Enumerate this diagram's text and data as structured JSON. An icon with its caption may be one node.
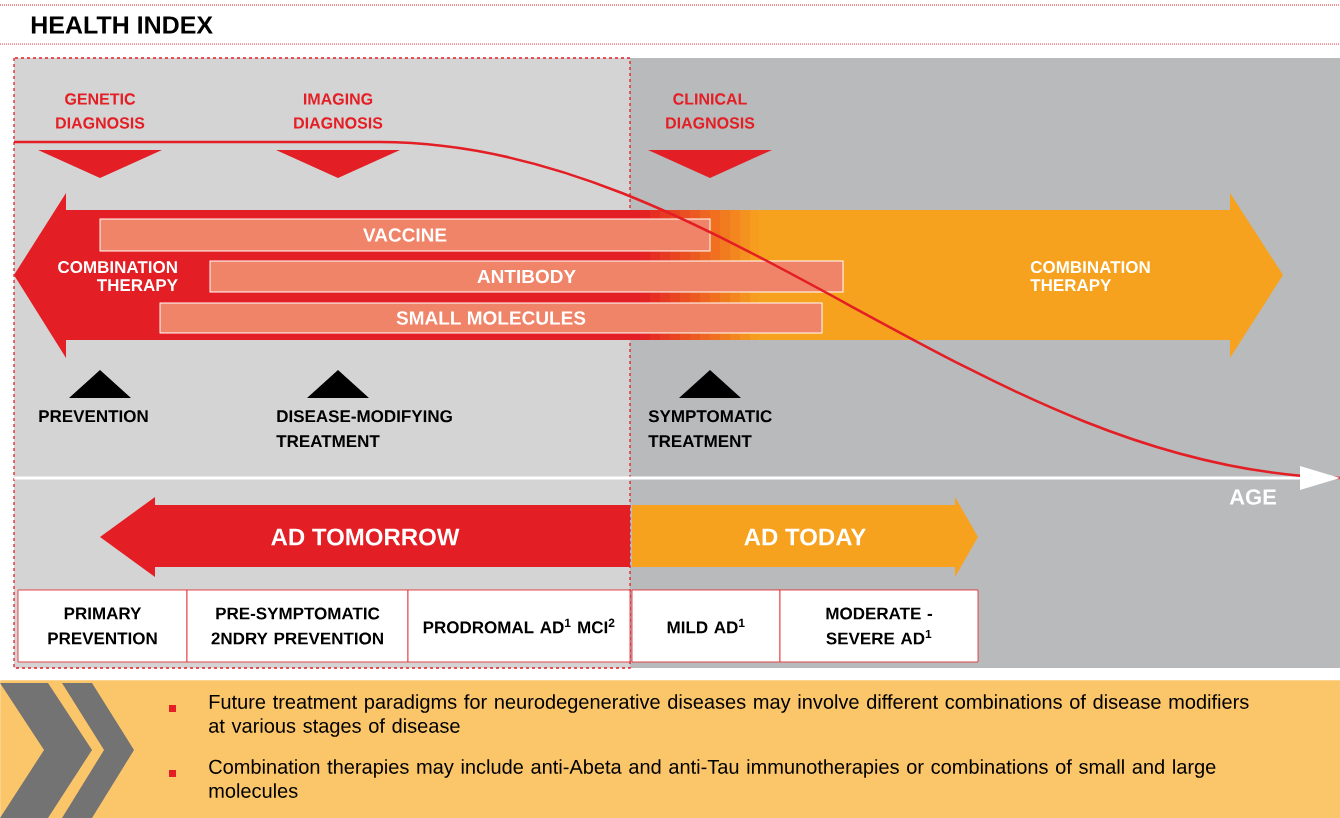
{
  "diagram": {
    "title": "HEALTH INDEX",
    "nodes": [
      {
        "text": [
          "COMBINATION THERAPY",
          "COMBINATION THERAPY"
        ]
      },
      {
        "text": [
          "VACCINE"
        ],
        "in": 0
      },
      {
        "text": [
          "ANTIBODY"
        ],
        "in": 0
      },
      {
        "text": [
          "SMALL MOLECULES"
        ],
        "in": 0
      },
      {
        "text": [
          "AD TOMORROW"
        ]
      },
      {
        "text": [
          "AD TODAY"
        ]
      },
      {
        "text": [
          "PRIMARY PREVENTION"
        ]
      },
      {
        "text": [
          "PRE-SYMPTOMATIC 2NDRY PREVENTION"
        ]
      },
      {
        "text": [
          "PRODROMAL AD$^{1}$ MCI$^{2}$"
        ]
      },
      {
        "text": [
          "MILD AD$^{1}$"
        ]
      },
      {
        "text": [
          "MODERATE - SEVERE AD$^{1}$"
        ]
      },
      {
        "text": [],
        "shape": "triangle",
        "beside": [
          "GENETIC DIAGNOSIS"
        ]
      },
      {
        "text": [],
        "shape": "triangle",
        "beside": [
          "IMAGING DIAGNOSIS"
        ]
      },
      {
        "text": [],
        "shape": "triangle",
        "beside": [
          "CLINICAL DIAGNOSIS"
        ]
      },
      {
        "text": [],
        "shape": "triangle",
        "beside": [
          "PREVENTION"
        ]
      },
      {
        "text": [],
        "shape": "triangle",
        "beside": [
          "DISEASE-MODIFYING TREATMENT"
        ]
      },
      {
        "text": [],
        "shape": "triangle",
        "beside": [
          "SYMPTOMATIC TREATMENT"
        ]
      },
      {
        "text": [
          "Future treatment paradigms for neurodegenerative diseases may involve different combinations of disease modifiers at various stages of disease",
          "Combination therapies may include anti-Abeta and anti-Tau immunotherapies or combinations of small and large molecules"
        ]
      }
    ],
    "labels": [
      "AGE"
    ]
  }
}
